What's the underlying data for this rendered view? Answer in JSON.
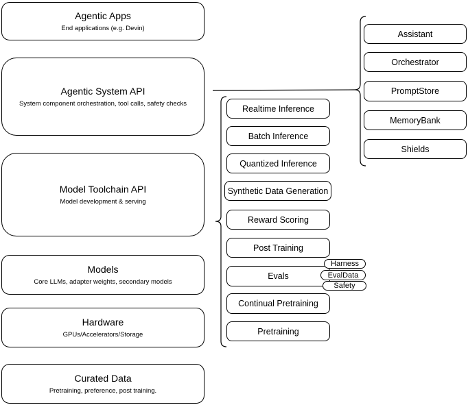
{
  "left": {
    "boxes": [
      {
        "title": "Agentic Apps",
        "subtitle": "End applications (e.g. Devin)"
      },
      {
        "title": "Agentic System API",
        "subtitle": "System component orchestration, tool calls, safety checks"
      },
      {
        "title": "Model Toolchain API",
        "subtitle": "Model development & serving"
      },
      {
        "title": "Models",
        "subtitle": "Core LLMs, adapter weights, secondary models"
      },
      {
        "title": "Hardware",
        "subtitle": "GPUs/Accelerators/Storage"
      },
      {
        "title": "Curated Data",
        "subtitle": "Pretraining, preference, post training."
      }
    ]
  },
  "toolchain": {
    "items": [
      "Realtime Inference",
      "Batch Inference",
      "Quantized Inference",
      "Synthetic Data Generation",
      "Reward Scoring",
      "Post Training",
      "Evals",
      "Continual Pretraining",
      "Pretraining"
    ],
    "eval_tags": [
      "Harness",
      "EvalData",
      "Safety"
    ]
  },
  "system": {
    "items": [
      "Assistant",
      "Orchestrator",
      "PromptStore",
      "MemoryBank",
      "Shields"
    ]
  },
  "colors": {
    "border": "#000000",
    "background": "#ffffff",
    "text": "#000000"
  }
}
